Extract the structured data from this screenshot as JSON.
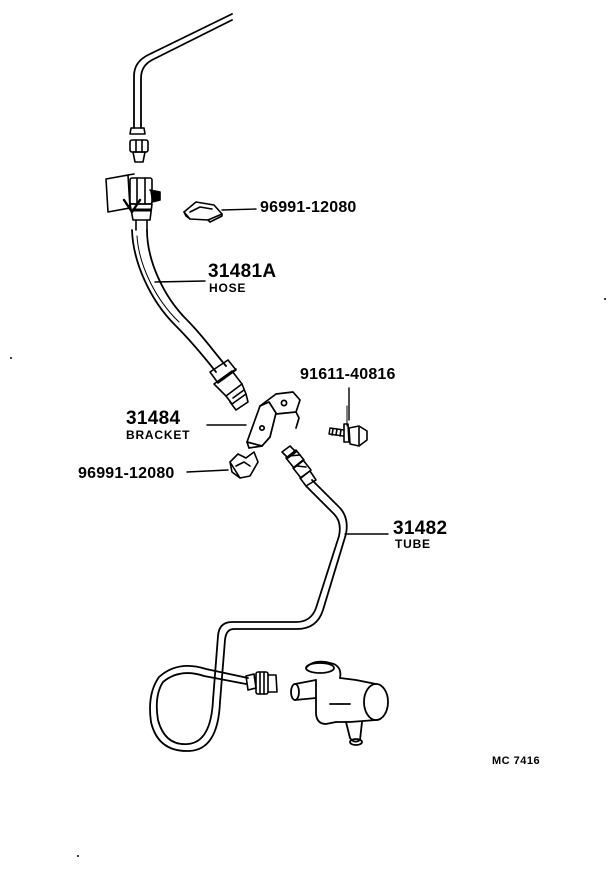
{
  "parts": [
    {
      "number": "96991-12080",
      "name": ""
    },
    {
      "number": "31481A",
      "name": "HOSE"
    },
    {
      "number": "91611-40816",
      "name": ""
    },
    {
      "number": "31484",
      "name": "BRACKET"
    },
    {
      "number": "96991-12080",
      "name": ""
    },
    {
      "number": "31482",
      "name": "TUBE"
    }
  ],
  "diagram_code": "MC 7416"
}
